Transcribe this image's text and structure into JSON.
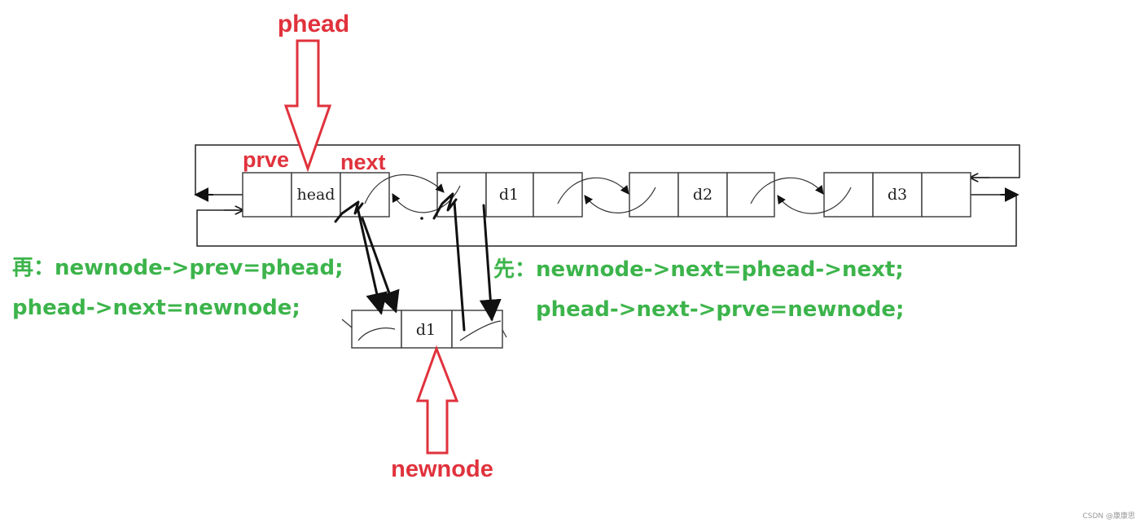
{
  "labels": {
    "phead": "phead",
    "prve": "prve",
    "next": "next",
    "newnode": "newnode"
  },
  "nodes": {
    "head": "head",
    "d1": "d1",
    "d2": "d2",
    "d3": "d3",
    "new_d1": "d1"
  },
  "code_left": {
    "line1": "再：newnode->prev=phead;",
    "line2": "phead->next=newnode;"
  },
  "code_right": {
    "line1": "先：newnode->next=phead->next;",
    "line2": "phead->next->prve=newnode;"
  },
  "watermark": "CSDN @康康思",
  "colors": {
    "label_red": "#e0323c",
    "code_green": "#3cb44b"
  }
}
